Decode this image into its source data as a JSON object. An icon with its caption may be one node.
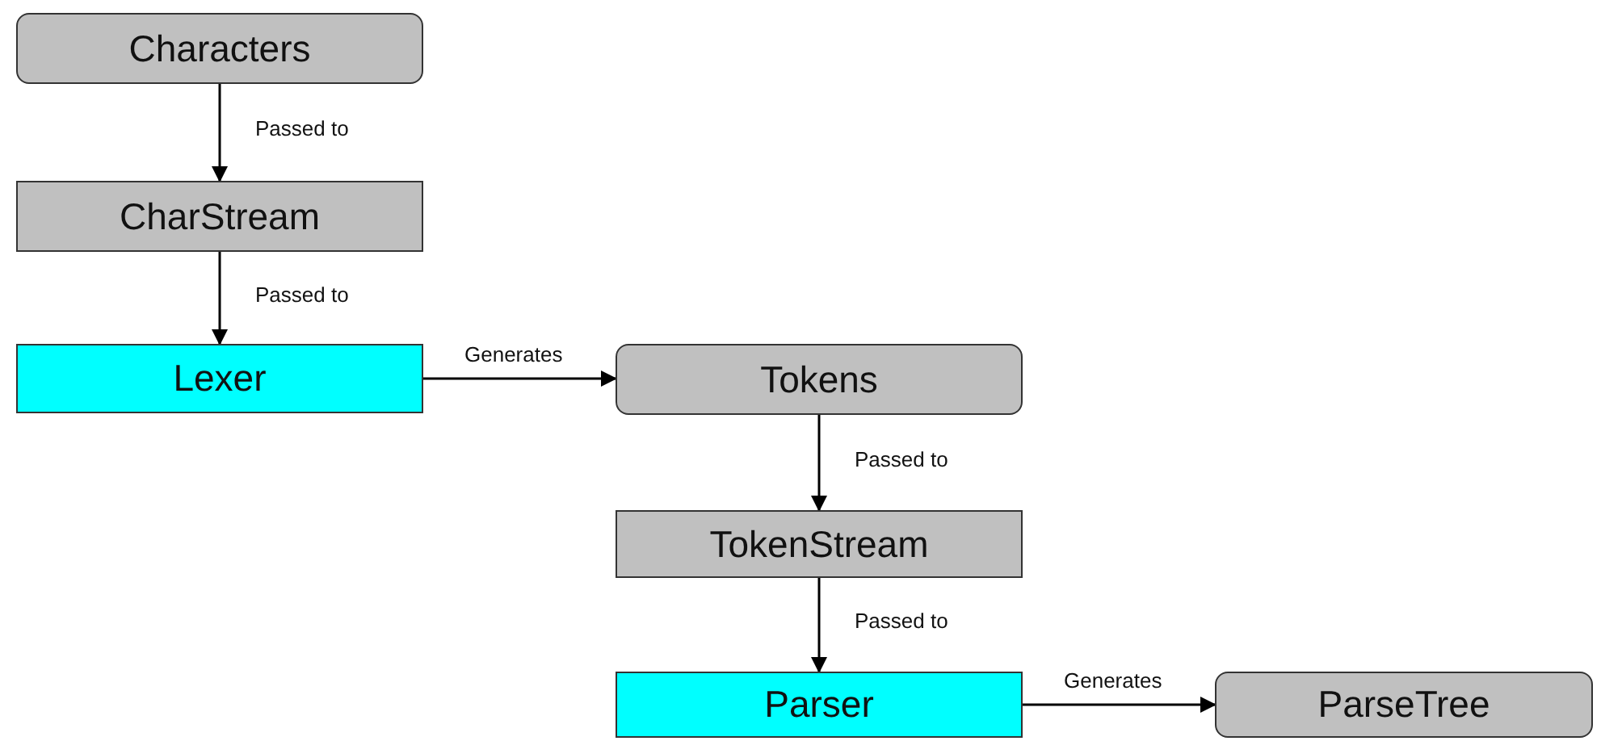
{
  "diagram": {
    "nodes": [
      {
        "text": [
          "Characters"
        ]
      },
      {
        "text": [
          "CharStream"
        ]
      },
      {
        "text": [
          "Lexer"
        ]
      },
      {
        "text": [
          "Tokens"
        ]
      },
      {
        "text": [
          "TokenStream"
        ]
      },
      {
        "text": [
          "Parser"
        ]
      },
      {
        "text": [
          "ParseTree"
        ]
      }
    ],
    "edges": [
      {
        "from": 0,
        "to": 1,
        "arrow": "to",
        "label": "Passed to"
      },
      {
        "from": 1,
        "to": 2,
        "arrow": "to",
        "label": "Passed to"
      },
      {
        "from": 2,
        "to": 3,
        "arrow": "to",
        "label": "Generates"
      },
      {
        "from": 3,
        "to": 4,
        "arrow": "to",
        "label": "Passed to"
      },
      {
        "from": 4,
        "to": 5,
        "arrow": "to",
        "label": "Passed to"
      },
      {
        "from": 5,
        "to": 6,
        "arrow": "to",
        "label": "Generates"
      }
    ]
  }
}
